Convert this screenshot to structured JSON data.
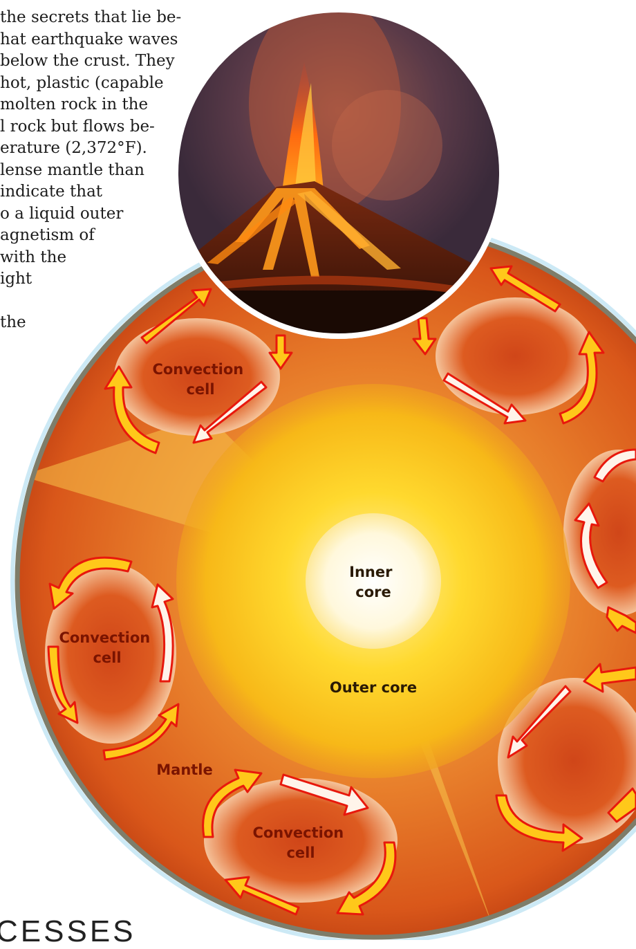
{
  "body_text": {
    "lines": [
      "the secrets that lie be-",
      "hat earthquake waves",
      "below the crust. They",
      "hot, plastic (capable",
      "molten rock in the",
      "l rock but flows be-",
      "erature (2,372°F).",
      "lense mantle than",
      "indicate that",
      "o a liquid outer",
      "agnetism of",
      "with the",
      "ight",
      "",
      "the"
    ]
  },
  "diagram": {
    "labels": {
      "convection_cell_top": [
        "Convection",
        "cell"
      ],
      "convection_cell_left": [
        "Convection",
        "cell"
      ],
      "convection_cell_bottom": [
        "Convection",
        "cell"
      ],
      "inner_core": [
        "Inner",
        "core"
      ],
      "outer_core": "Outer core",
      "mantle": "Mantle"
    },
    "colors": {
      "mantle": "#e06a1e",
      "mantle_dark": "#b8380f",
      "outer_core": "#f7c21a",
      "inner_core": "#fff6d8",
      "arrow_yellow": "#ffc81a",
      "arrow_outline": "#e8180c",
      "crust": "#8a8a7a"
    },
    "inset_photo": "volcano-eruption"
  },
  "section_heading": "CESSES"
}
